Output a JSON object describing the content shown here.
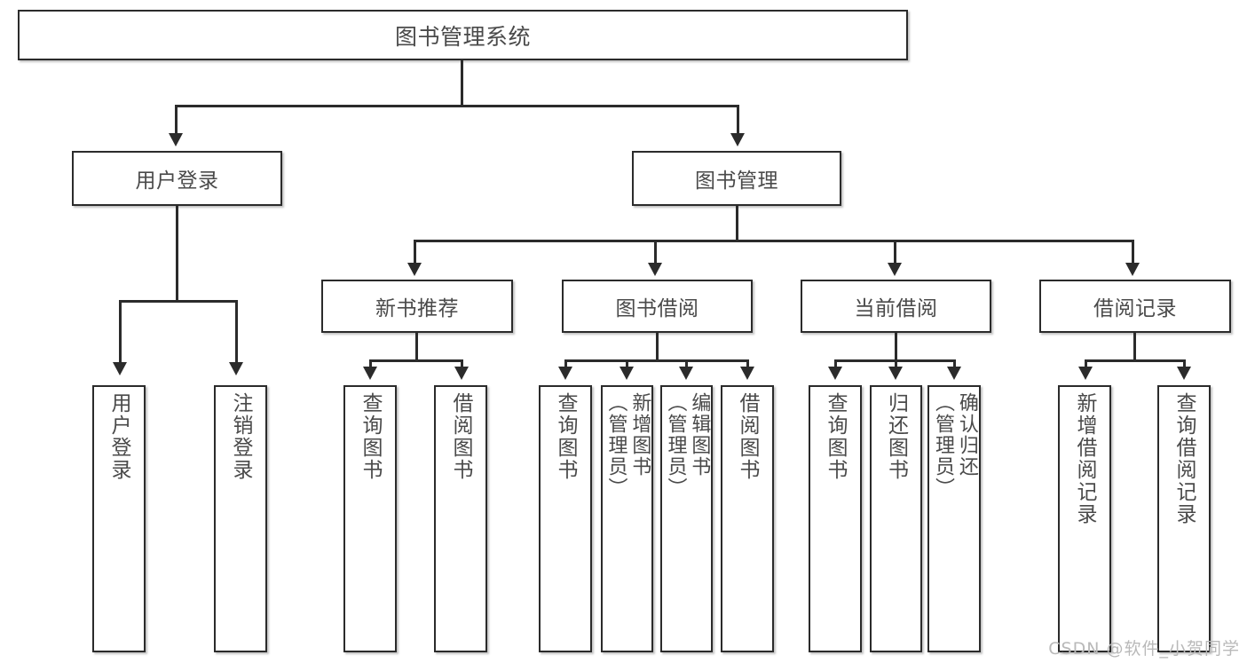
{
  "diagram": {
    "title": "图书管理系统",
    "root": {
      "label": "图书管理系统"
    },
    "level2": [
      {
        "label": "用户登录"
      },
      {
        "label": "图书管理"
      }
    ],
    "level3": [
      {
        "label": "新书推荐"
      },
      {
        "label": "图书借阅"
      },
      {
        "label": "当前借阅"
      },
      {
        "label": "借阅记录"
      }
    ],
    "leaves": {
      "user_login": [
        {
          "label": "用户登录"
        },
        {
          "label": "注销登录"
        }
      ],
      "new_book_recommend": [
        {
          "label": "查询图书"
        },
        {
          "label": "借阅图书"
        }
      ],
      "book_borrow": [
        {
          "label": "查询图书"
        },
        {
          "label": "新增图书\n（管理员）"
        },
        {
          "label": "编辑图书\n（管理员）"
        },
        {
          "label": "借阅图书"
        }
      ],
      "current_borrow": [
        {
          "label": "查询图书"
        },
        {
          "label": "归还图书"
        },
        {
          "label": "确认归还\n（管理员）"
        }
      ],
      "borrow_record": [
        {
          "label": "新增借阅记录"
        },
        {
          "label": "查询借阅记录"
        }
      ]
    }
  },
  "watermark": {
    "text": "CSDN @软件_小贺同学"
  },
  "colors": {
    "border": "#2b2b2b",
    "text": "#4a4a4a",
    "background": "#ffffff",
    "watermark": "#b9b9b9"
  }
}
